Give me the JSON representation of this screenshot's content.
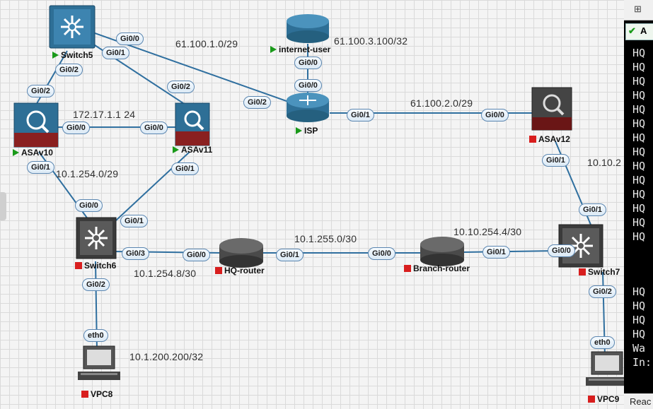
{
  "nodes": {
    "switch5": {
      "name": "Switch5",
      "status": "running"
    },
    "internet_user": {
      "name": "internet-user",
      "status": "running"
    },
    "asav10": {
      "name": "ASAv10",
      "status": "running"
    },
    "asav11": {
      "name": "ASAv11",
      "status": "running"
    },
    "isp": {
      "name": "ISP",
      "status": "running"
    },
    "asav12": {
      "name": "ASAv12",
      "status": "stopped"
    },
    "switch6": {
      "name": "Switch6",
      "status": "stopped"
    },
    "hq_router": {
      "name": "HQ-router",
      "status": "stopped"
    },
    "branch_router": {
      "name": "Branch-router",
      "status": "stopped"
    },
    "switch7": {
      "name": "Switch7",
      "status": "stopped"
    },
    "vpc8": {
      "name": "VPC8",
      "status": "stopped"
    },
    "vpc9": {
      "name": "VPC9",
      "status": "stopped"
    }
  },
  "networks": {
    "n1": "61.100.1.0/29",
    "n2": "61.100.3.100/32",
    "n3": "61.100.2.0/29",
    "n4": "172.17.1.1 24",
    "n5": "10.1.254.0/29",
    "n6": "10.10.2",
    "n7": "10.1.255.0/30",
    "n8": "10.10.254.4/30",
    "n9": "10.1.254.8/30",
    "n10": "10.1.200.200/32"
  },
  "ports": {
    "p1": "Gi0/0",
    "p2": "Gi0/1",
    "p3": "Gi0/2",
    "p4": "Gi0/2",
    "p5": "Gi0/2",
    "p6": "Gi0/2",
    "p7": "Gi0/0",
    "p8": "Gi0/0",
    "p9": "Gi0/0",
    "p10": "Gi0/0",
    "p11": "Gi0/1",
    "p12": "Gi0/0",
    "p13": "Gi0/1",
    "p14": "Gi0/1",
    "p15": "Gi0/0",
    "p16": "Gi0/1",
    "p17": "Gi0/3",
    "p18": "Gi0/0",
    "p19": "Gi0/1",
    "p20": "Gi0/0",
    "p21": "Gi0/1",
    "p22": "Gi0/0",
    "p23": "Gi0/1",
    "p24": "Gi0/1",
    "p25": "Gi0/2",
    "p26": "eth0",
    "p27": "Gi0/2",
    "p28": "eth0"
  },
  "terminal": {
    "tab_label": "A",
    "lines": [
      "HQ",
      "HQ",
      "HQ",
      "HQ",
      "HQ",
      "HQ",
      "HQ",
      "HQ",
      "HQ",
      "HQ",
      "HQ",
      "HQ",
      "HQ",
      "HQ"
    ],
    "lines_bottom": [
      "HQ",
      "HQ",
      "HQ",
      "HQ",
      "Wa",
      "In:"
    ],
    "status": "Reac"
  },
  "colors": {
    "link": "#2f6f9f",
    "running": "#1a9a1a",
    "stopped": "#d81e1e",
    "device": "#2e6f96"
  }
}
